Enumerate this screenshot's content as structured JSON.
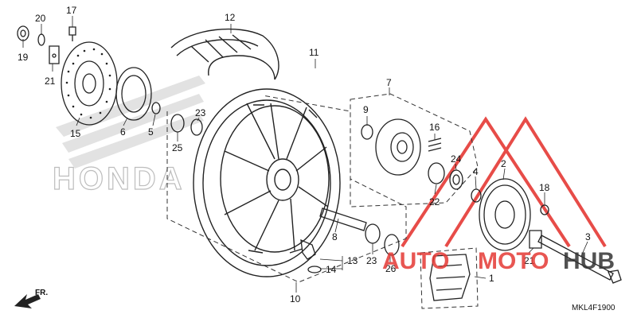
{
  "diagram": {
    "callouts": [
      "1",
      "2",
      "3",
      "4",
      "5",
      "6",
      "7",
      "8",
      "9",
      "10",
      "11",
      "12",
      "13",
      "14",
      "15",
      "16",
      "17",
      "18",
      "19",
      "20",
      "21",
      "22",
      "23",
      "24",
      "25",
      "26"
    ],
    "direction_label": "FR.",
    "part_code": "MKL4F1900",
    "watermark_background": "HONDA",
    "watermark_brand_left": "AUTO",
    "watermark_brand_right": "MOTO",
    "watermark_brand_end": "HUB"
  },
  "colors": {
    "line": "#222222",
    "watermark_red": "#e53935",
    "watermark_grey": "#bdbdbd",
    "watermark_brand_dark": "#333333"
  }
}
